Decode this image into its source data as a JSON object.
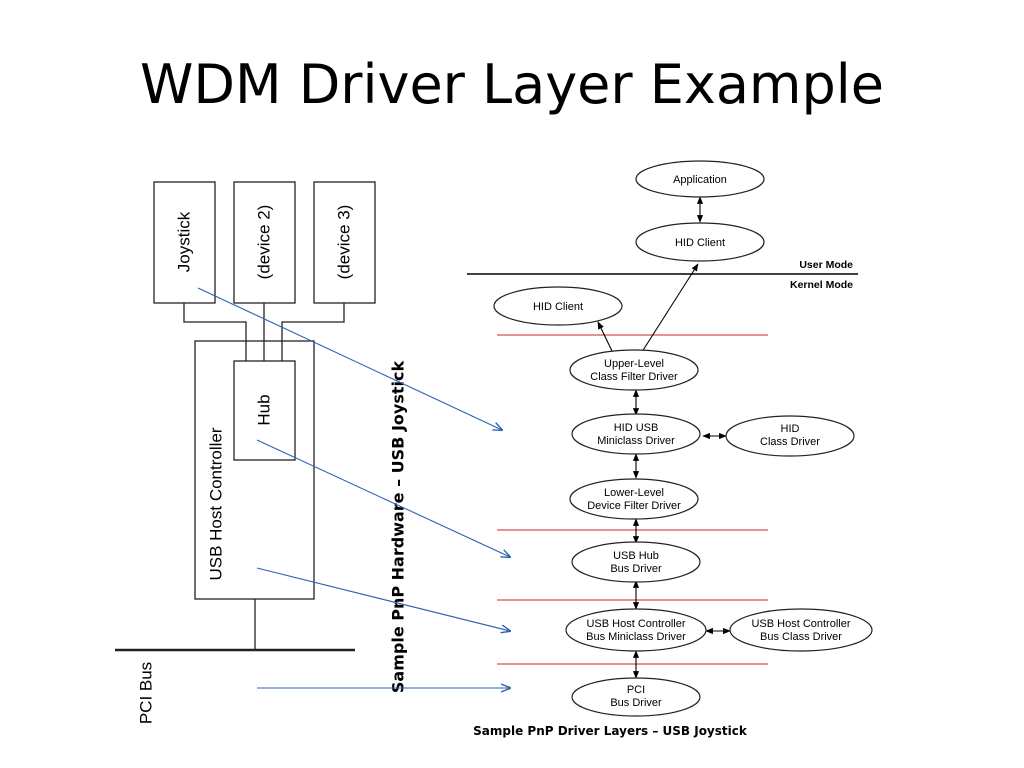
{
  "title": "WDM Driver Layer Example",
  "hardware": {
    "devices": [
      "Joystick",
      "(device 2)",
      "(device 3)"
    ],
    "hub": "Hub",
    "host_controller": "USB Host Controller",
    "bus": "PCI Bus",
    "caption": "Sample PnP Hardware – USB Joystick"
  },
  "drivers": {
    "application": "Application",
    "hid_client_user": "HID Client",
    "user_mode": "User Mode",
    "kernel_mode": "Kernel Mode",
    "hid_client_kernel": "HID Client",
    "upper_filter": [
      "Upper-Level",
      "Class Filter Driver"
    ],
    "hid_usb_miniclass": [
      "HID USB",
      "Miniclass Driver"
    ],
    "hid_class": [
      "HID",
      "Class Driver"
    ],
    "lower_filter": [
      "Lower-Level",
      "Device Filter Driver"
    ],
    "usb_hub_bus": [
      "USB Hub",
      "Bus Driver"
    ],
    "usb_hc_miniclass": [
      "USB Host Controller",
      "Bus Miniclass Driver"
    ],
    "usb_hc_class": [
      "USB Host Controller",
      "Bus Class Driver"
    ],
    "pci_bus": [
      "PCI",
      "Bus Driver"
    ],
    "caption": "Sample PnP Driver Layers – USB Joystick"
  },
  "colors": {
    "mapping_arrows": "#2e62b5",
    "layer_separators": "#d02030",
    "outline": "#222222"
  }
}
